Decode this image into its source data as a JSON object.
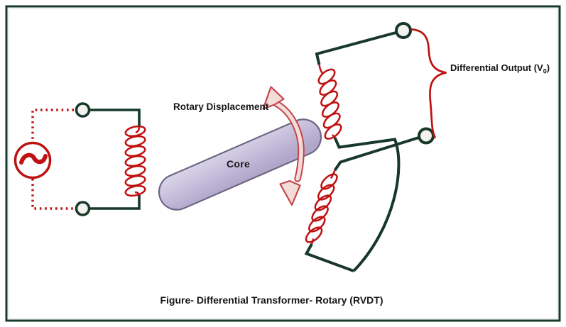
{
  "figure": {
    "caption": "Figure- Differential Transformer- Rotary (RVDT)",
    "labels": {
      "rotary_displacement": "Rotary Displacement",
      "core": "Core",
      "differential_output_prefix": "Differential Output (V",
      "differential_output_subscript": "0",
      "differential_output_suffix": ")"
    }
  },
  "diagram": {
    "type": "circuit-diagram",
    "parts": [
      "ac-excitation-source",
      "primary-winding",
      "primary-terminals",
      "rotary-core",
      "rotary-displacement-arrow",
      "secondary-winding-top",
      "secondary-winding-bottom",
      "output-terminals",
      "differential-output-brace"
    ]
  },
  "colors": {
    "frame-green": "#17382b",
    "wire-green": "#17382b",
    "circuit-red": "#bf1111",
    "arrow-red": "#c4454a",
    "arrow-fill": "#f2ddd8",
    "core-light": "#dcd7eb",
    "core-dark": "#b1a7cb",
    "core-border": "#6e6884",
    "terminal-fill": "#f2f2ee",
    "text-ink": "#161616",
    "canvas": "#ffffff"
  }
}
